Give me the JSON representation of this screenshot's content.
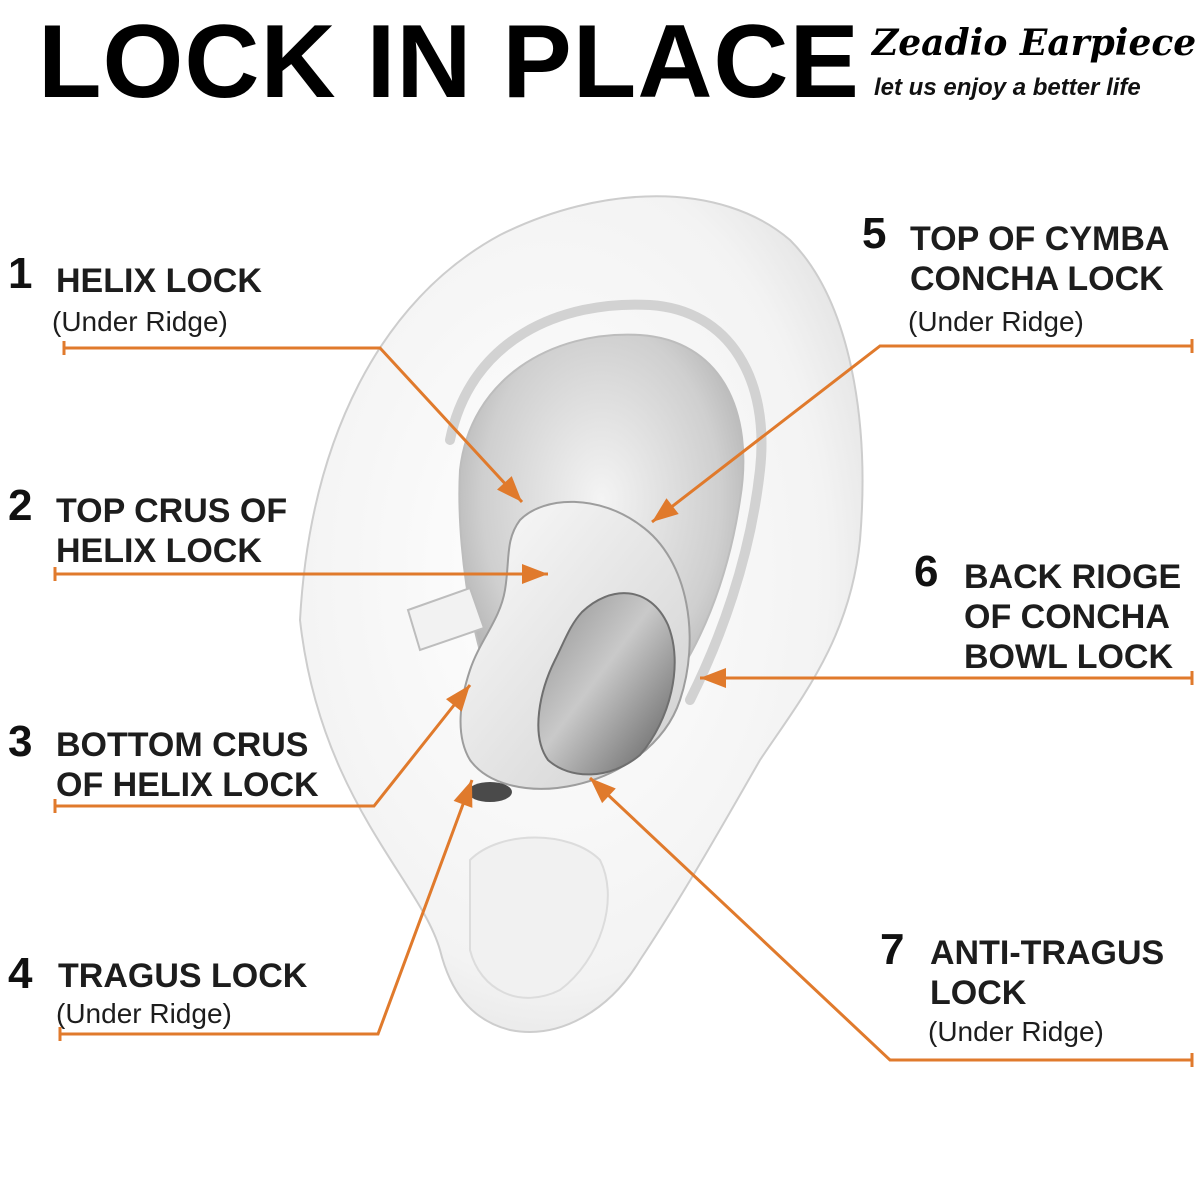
{
  "title": "LOCK IN PLACE",
  "brand": {
    "name": "Zeadio Earpiece",
    "tagline": "let us enjoy a better life"
  },
  "colors": {
    "callout_line": "#e07a2c",
    "text": "#1a1a1a",
    "background": "#ffffff"
  },
  "callouts": [
    {
      "number": "1",
      "label_lines": [
        "HELIX LOCK"
      ],
      "sub": "(Under Ridge)"
    },
    {
      "number": "2",
      "label_lines": [
        "TOP CRUS OF",
        "HELIX LOCK"
      ],
      "sub": ""
    },
    {
      "number": "3",
      "label_lines": [
        "BOTTOM CRUS",
        "OF HELIX LOCK"
      ],
      "sub": ""
    },
    {
      "number": "4",
      "label_lines": [
        "TRAGUS LOCK"
      ],
      "sub": "(Under Ridge)"
    },
    {
      "number": "5",
      "label_lines": [
        "TOP OF CYMBA",
        "CONCHA LOCK"
      ],
      "sub": "(Under Ridge)"
    },
    {
      "number": "6",
      "label_lines": [
        "BACK RIOGE",
        "OF CONCHA",
        "BOWL LOCK"
      ],
      "sub": ""
    },
    {
      "number": "7",
      "label_lines": [
        "ANTI-TRAGUS",
        "LOCK"
      ],
      "sub": "(Under Ridge)"
    }
  ]
}
